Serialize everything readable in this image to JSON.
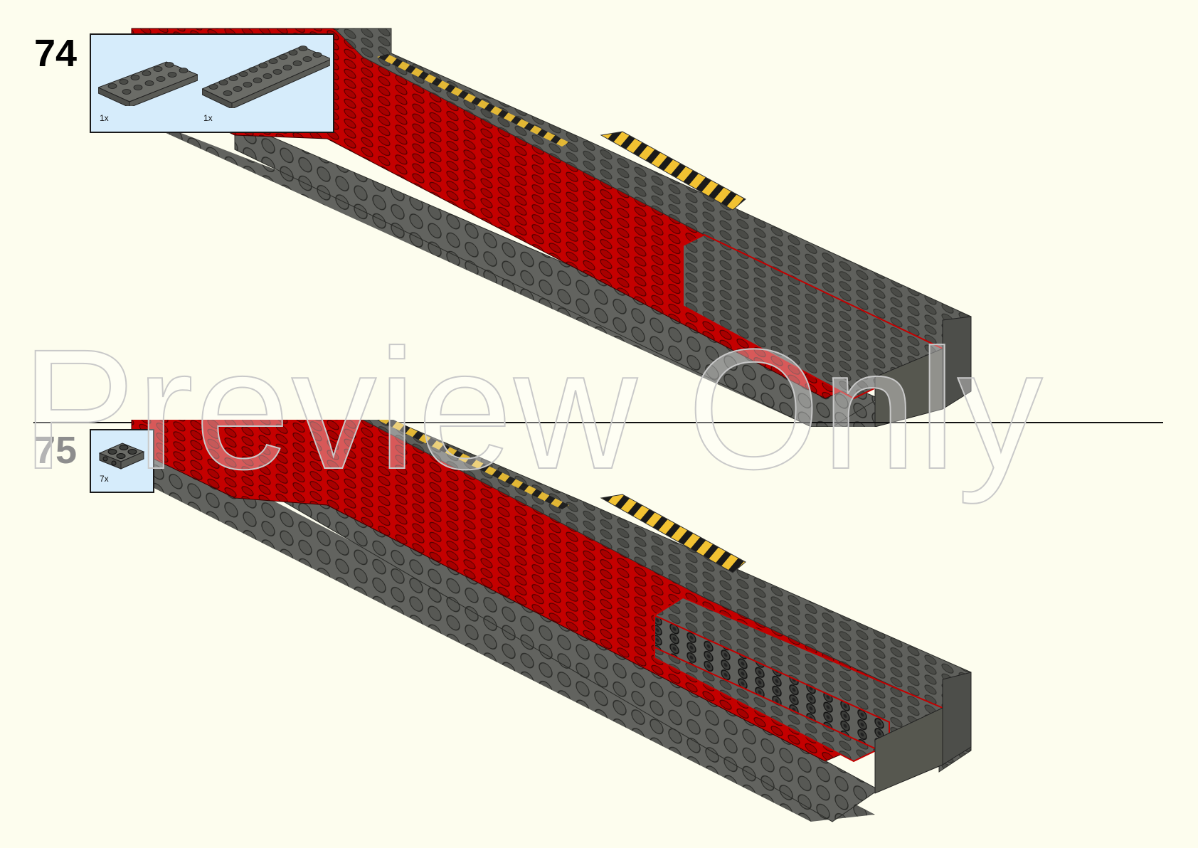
{
  "steps": [
    {
      "number": "74",
      "parts": [
        {
          "qty": "1x",
          "part": "dark-gray-plate-2x6-icon"
        },
        {
          "qty": "1x",
          "part": "dark-gray-plate-2x10-icon"
        }
      ]
    },
    {
      "number": "75",
      "parts": [
        {
          "qty": "7x",
          "part": "dark-gray-plate-2x2-icon"
        }
      ]
    }
  ],
  "watermark": "Preview Only",
  "colors": {
    "background": "#fdfdee",
    "parts_box": "#d6ecfb",
    "brick_gray": "#5f605c",
    "brick_gray_light": "#7a7b76",
    "brick_red": "#c40000",
    "stripe_yellow": "#f2c232",
    "stripe_black": "#1a1a1a"
  }
}
